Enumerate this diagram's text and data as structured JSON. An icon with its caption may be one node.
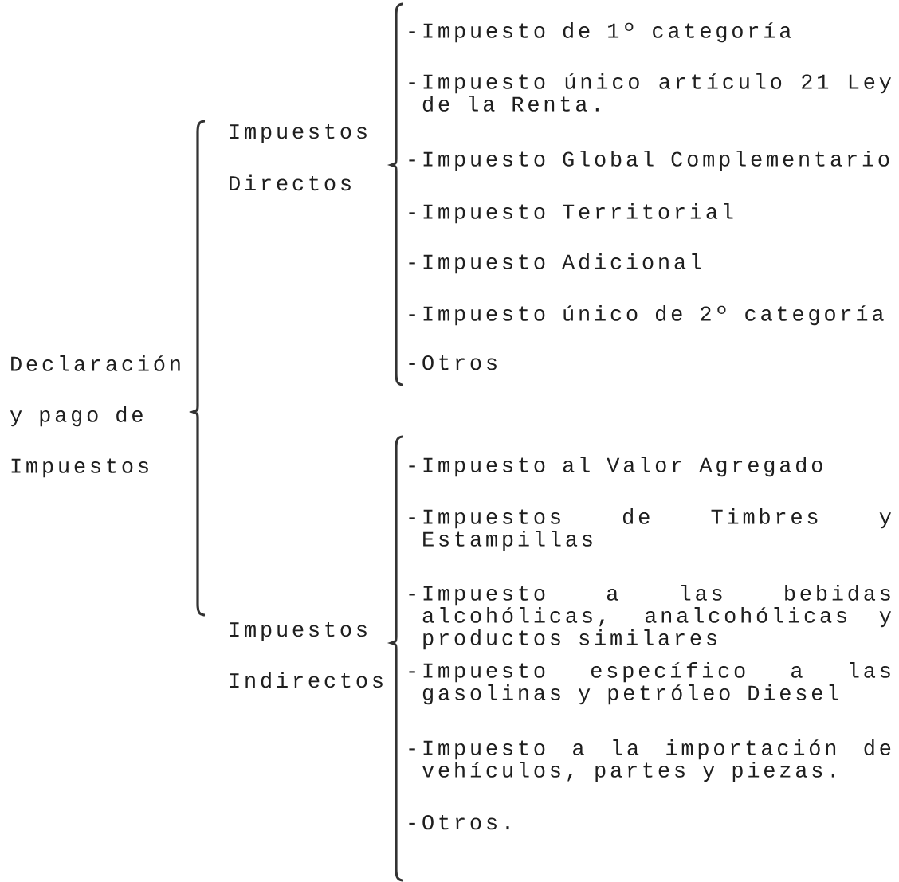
{
  "diagram": {
    "nodes": [
      {
        "text": [
          "Declaración y pago de Impuestos"
        ]
      },
      {
        "text": [
          "Impuestos Directos"
        ]
      },
      {
        "text": [
          "Impuestos Indirectos"
        ]
      },
      {
        "text": [
          "-Impuesto de 1º categoría"
        ]
      },
      {
        "text": [
          "-Impuesto único artículo 21 Ley de la Renta."
        ]
      },
      {
        "text": [
          "-Impuesto Global Complementario"
        ]
      },
      {
        "text": [
          "-Impuesto Territorial"
        ]
      },
      {
        "text": [
          "-Impuesto Adicional"
        ]
      },
      {
        "text": [
          "-Impuesto único de 2º categoría"
        ]
      },
      {
        "text": [
          "-Otros"
        ]
      },
      {
        "text": [
          "-Impuesto al Valor Agregado"
        ]
      },
      {
        "text": [
          "-Impuestos de Timbres y Estampillas"
        ]
      },
      {
        "text": [
          "-Impuesto a las bebidas alcohólicas, analcohólicas y productos similares"
        ]
      },
      {
        "text": [
          "-Impuesto específico a las gasolinas y petróleo Diesel"
        ]
      },
      {
        "text": [
          "-Impuesto a la importación de vehículos, partes y piezas."
        ]
      },
      {
        "text": [
          "-Otros."
        ]
      }
    ]
  }
}
